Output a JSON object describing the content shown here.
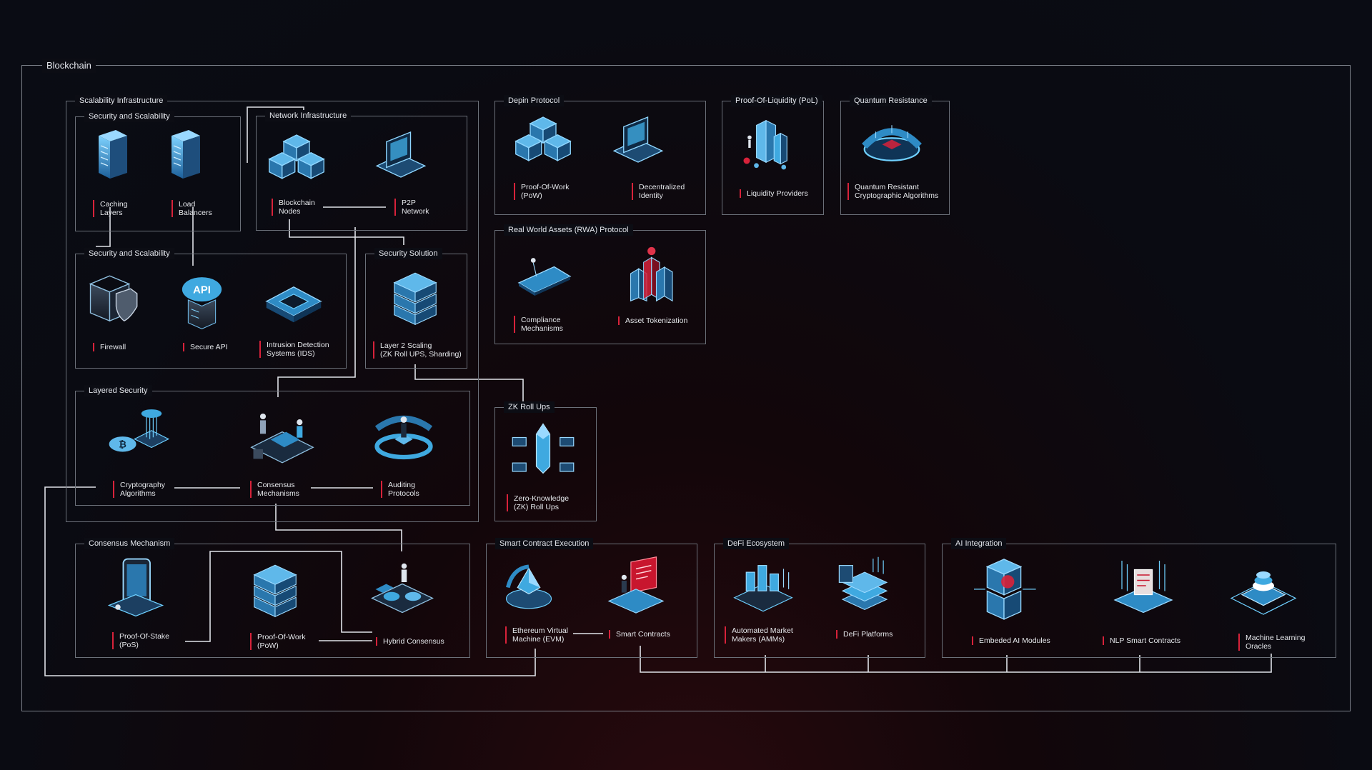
{
  "title": "Blockchain",
  "groups": {
    "scalability": "Scalability Infrastructure",
    "sec_scal_1": "Security and Scalability",
    "network": "Network Infrastructure",
    "sec_scal_2": "Security and Scalability",
    "security_solution": "Security Solution",
    "layered": "Layered Security",
    "depin": "Depin Protocol",
    "pol": "Proof-Of-Liquidity (PoL)",
    "quantum": "Quantum Resistance",
    "rwa": "Real World Assets (RWA) Protocol",
    "zk": "ZK Roll Ups",
    "consensus": "Consensus Mechanism",
    "smart_exec": "Smart Contract Execution",
    "defi": "DeFi Ecosystem",
    "ai": "AI Integration"
  },
  "nodes": {
    "caching": "Caching\nLayers",
    "load_balancers": "Load\nBalancers",
    "blockchain_nodes": "Blockchain\nNodes",
    "p2p": "P2P\nNetwork",
    "firewall": "Firewall",
    "secure_api": "Secure API",
    "ids": "Intrusion Detection\nSystems (IDS)",
    "layer2": "Layer 2 Scaling\n(ZK Roll UPS, Sharding)",
    "crypto_algos": "Cryptography\nAlgorithms",
    "consensus_mech": "Consensus\nMechanisms",
    "auditing": "Auditing\nProtocols",
    "depin_pow": "Proof-Of-Work\n(PoW)",
    "decentralized_identity": "Decentralized\nIdentity",
    "liquidity_providers": "Liquidity Providers",
    "quantum_algos": "Quantum Resistant\nCryptographic Algorithms",
    "compliance": "Compliance\nMechanisms",
    "asset_tokenization": "Asset Tokenization",
    "zk_rollups": "Zero-Knowledge\n(ZK) Roll Ups",
    "pos": "Proof-Of-Stake\n(PoS)",
    "pow": "Proof-Of-Work\n(PoW)",
    "hybrid": "Hybrid Consensus",
    "evm": "Ethereum Virtual\nMachine (EVM)",
    "smart_contracts": "Smart Contracts",
    "amm": "Automated Market\nMakers (AMMs)",
    "defi_platforms": "DeFi Platforms",
    "embedded_ai": "Embeded AI Modules",
    "nlp_contracts": "NLP Smart Contracts",
    "ml_oracles": "Machine Learning\nOracles"
  },
  "icons": {
    "caching": "server-rack-icon",
    "load_balancers": "server-tower-icon",
    "blockchain_nodes": "cube-cluster-icon",
    "p2p": "laptop-network-icon",
    "firewall": "shield-cube-icon",
    "secure_api": "api-cloud-icon",
    "ids": "detection-device-icon",
    "layer2": "layered-server-icon",
    "crypto_algos": "bitcoin-cloud-icon",
    "consensus_mech": "people-platform-icon",
    "auditing": "audit-ring-icon",
    "depin_pow": "cube-stack-icon",
    "decentralized_identity": "identity-devices-icon",
    "liquidity_providers": "liquidity-towers-icon",
    "quantum_algos": "quantum-ring-icon",
    "compliance": "compliance-tablet-icon",
    "asset_tokenization": "city-tokens-icon",
    "zk_rollups": "zk-laptops-icon",
    "pos": "stake-phone-icon",
    "pow": "pow-stack-icon",
    "hybrid": "hybrid-platform-icon",
    "evm": "evm-machine-icon",
    "smart_contracts": "contract-screen-icon",
    "amm": "market-maker-icon",
    "defi_platforms": "defi-stack-icon",
    "embedded_ai": "ai-module-icon",
    "nlp_contracts": "nlp-document-icon",
    "ml_oracles": "oracle-platform-icon"
  },
  "colors": {
    "accent": "#d8223a",
    "frame": "#6b7079",
    "connector": "#dfe2e8",
    "icon_blue": "#3fa9e0"
  }
}
